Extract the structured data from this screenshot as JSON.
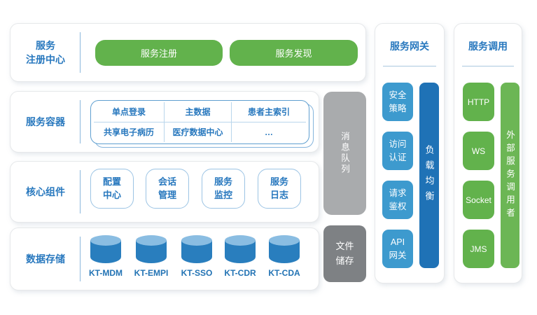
{
  "service_registry": {
    "label_lines": [
      "服务",
      "注册中心"
    ],
    "buttons": [
      "服务注册",
      "服务发现"
    ]
  },
  "service_container": {
    "label": "服务容器",
    "cells": [
      "单点登录",
      "主数据",
      "患者主索引",
      "共享电子病历",
      "医疗数据中心",
      "…"
    ]
  },
  "core_components": {
    "label": "核心组件",
    "items": [
      [
        "配置",
        "中心"
      ],
      [
        "会话",
        "管理"
      ],
      [
        "服务",
        "监控"
      ],
      [
        "服务",
        "日志"
      ]
    ]
  },
  "data_storage": {
    "label": "数据存储",
    "databases": [
      "KT-MDM",
      "KT-EMPI",
      "KT-SSO",
      "KT-CDR",
      "KT-CDA"
    ]
  },
  "middleware": {
    "message_queue": "消息队列",
    "file_storage_lines": [
      "文件",
      "储存"
    ]
  },
  "service_gateway": {
    "title": "服务网关",
    "items": [
      [
        "安全",
        "策略"
      ],
      [
        "访问",
        "认证"
      ],
      [
        "请求",
        "鉴权"
      ],
      [
        "API",
        "网关"
      ]
    ],
    "load_balancer": "负载均衡"
  },
  "service_invocation": {
    "title": "服务调用",
    "items": [
      "HTTP",
      "WS",
      "Socket",
      "JMS"
    ],
    "external_caller": "外部服务调用者"
  },
  "colors": {
    "accent_blue": "#2878be",
    "green_block": "#62b24c",
    "green_bar": "#6cb655",
    "light_blue_box": "#3d9ace",
    "dark_blue_bar": "#1f72b6",
    "gray_light_bar": "#a9abad",
    "gray_dark_block": "#7e8184",
    "cylinder_body": "#297ebe",
    "cylinder_top": "#8abde2"
  }
}
